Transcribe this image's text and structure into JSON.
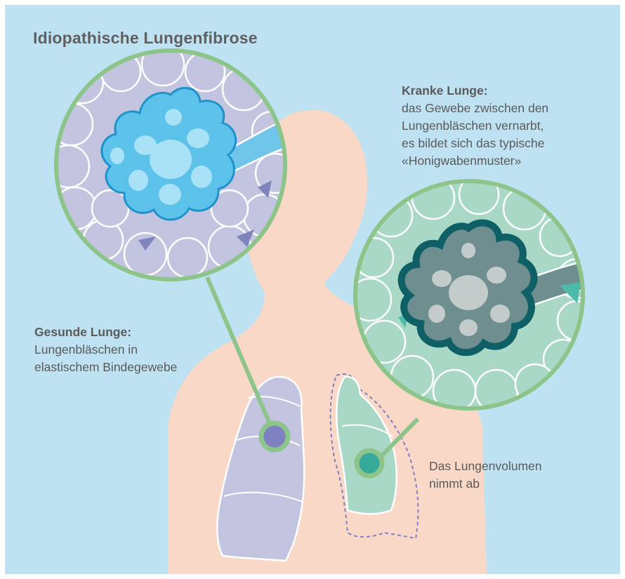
{
  "title": "Idiopathische Lungenfibrose",
  "diseased": {
    "heading": "Kranke Lunge:",
    "lines": [
      "das Gewebe zwischen den",
      "Lungenbläschen vernarbt,",
      "es bildet sich das typische",
      "«Honigwabenmuster»"
    ]
  },
  "healthy": {
    "heading": "Gesunde Lunge:",
    "lines": [
      "Lungenbläschen in",
      "elastischem Bindegewebe"
    ]
  },
  "volume_note": {
    "lines": [
      "Das Lungenvolumen",
      "nimmt ab"
    ]
  },
  "colors": {
    "background": "#bfe2f2",
    "body": "#f9d8c8",
    "healthy_lung": "#c3c5e0",
    "diseased_lung": "#a9d9c6",
    "connector": "#8cc48a",
    "healthy_alveoli": "#5cc2ea",
    "diseased_alveoli": "#6e8e8f",
    "scar": "#0e5f66"
  }
}
